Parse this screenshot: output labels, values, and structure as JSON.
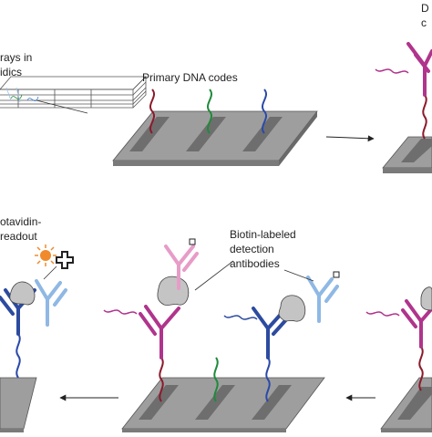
{
  "labels": {
    "arrays_line1": "rays in",
    "arrays_line2": "idics",
    "primary_codes": "Primary DNA codes",
    "top_right_1": "D",
    "top_right_2": "c",
    "streptavidin_line1": "otavidin-",
    "streptavidin_line2": "readout",
    "biotin_line1": "Biotin-labeled",
    "biotin_line2": "detection",
    "biotin_line3": "antibodies"
  },
  "colors": {
    "dna_red": "#8b1a2b",
    "dna_green": "#1f8a3a",
    "dna_blue": "#2a4aa8",
    "antibody_magenta": "#b0348c",
    "antibody_pink": "#e79cc7",
    "antibody_dark_blue": "#2c4ba0",
    "antibody_light_blue": "#8fb8e4",
    "antigen_gray": "#c4c4c4",
    "slide_gray": "#9e9e9e",
    "strip_gray": "#6e6e6e",
    "sun_orange": "#f08a2b"
  },
  "icons": [
    "microfluidic-chip-icon",
    "sun-icon",
    "streptavidin-cross-icon",
    "arrow-icon"
  ]
}
